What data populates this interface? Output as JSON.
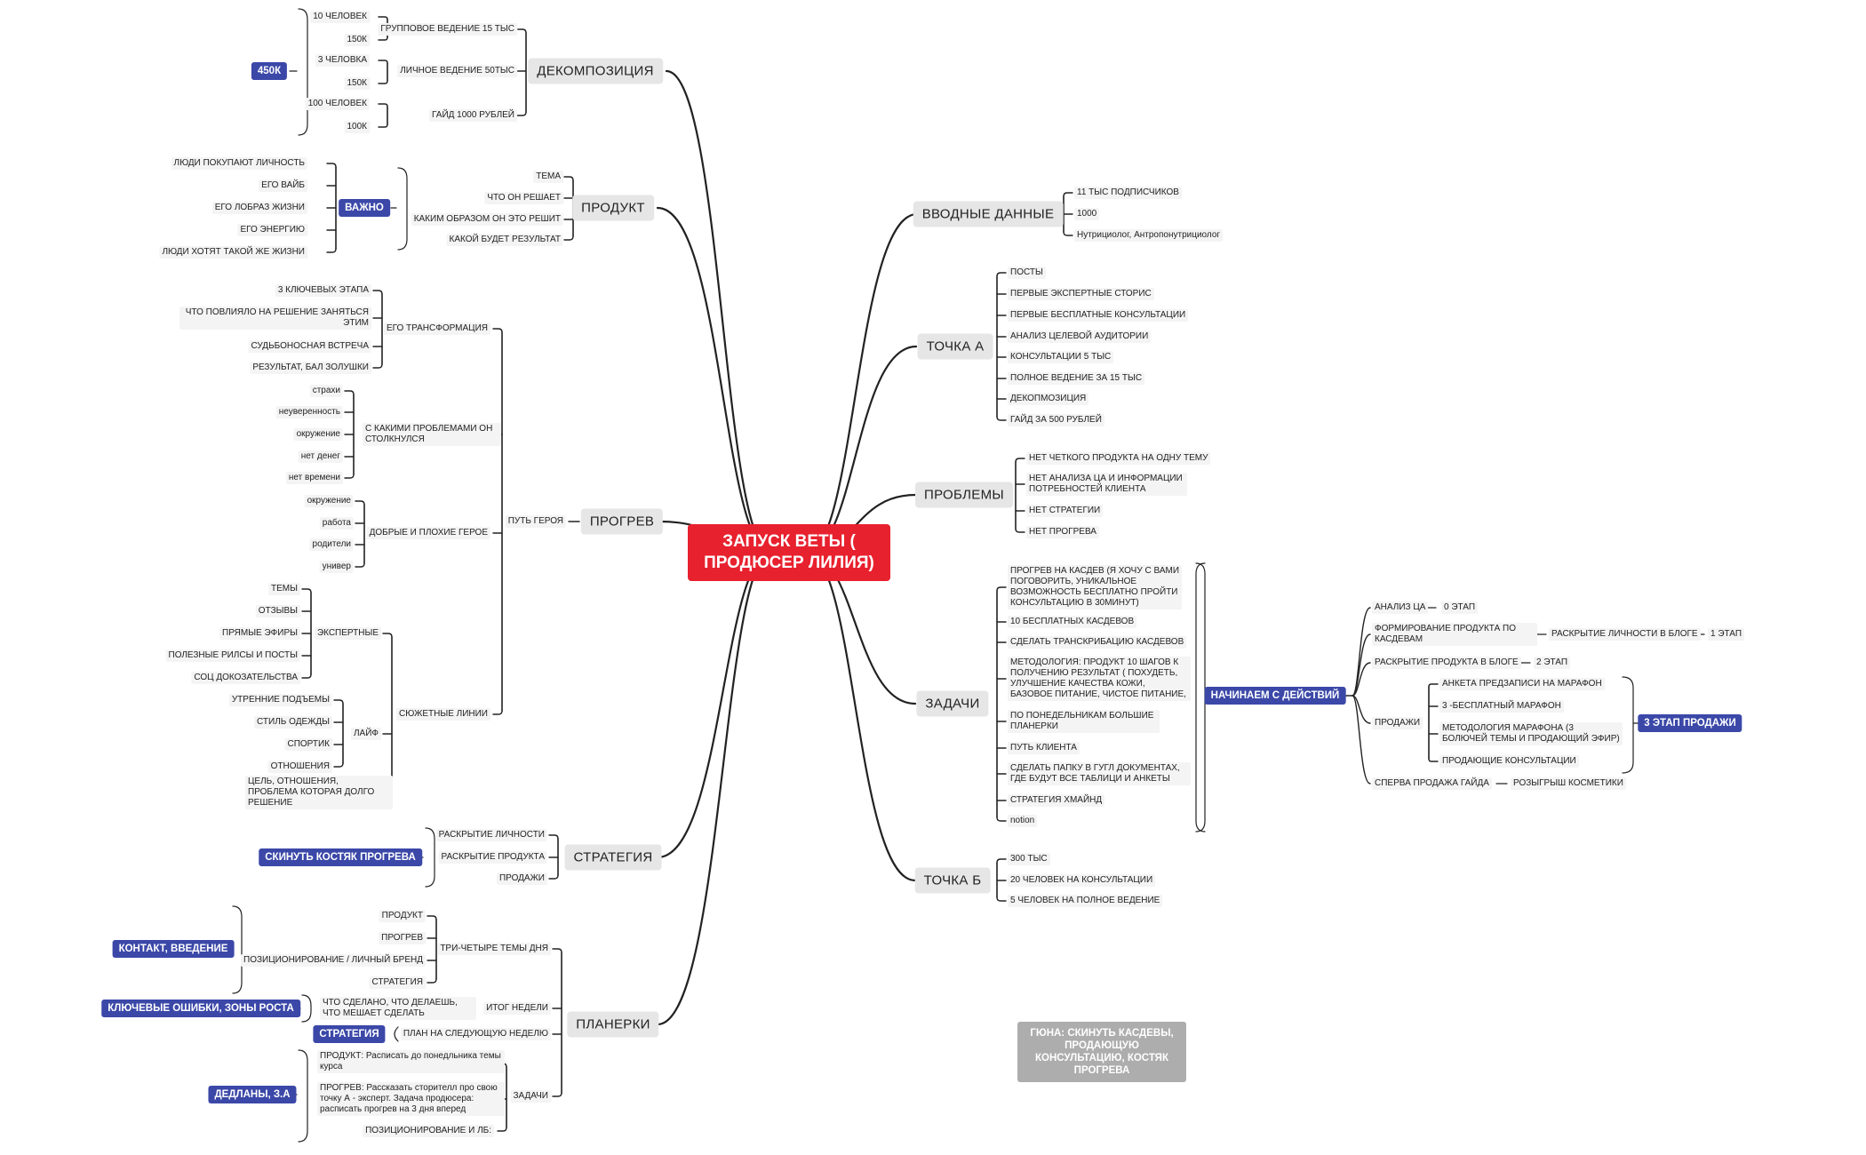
{
  "center": "ЗАПУСК ВЕТЫ ( ПРОДЮСЕР ЛИЛИЯ)",
  "decomp": {
    "title": "ДЕКОМПОЗИЦИЯ",
    "tag": "450К",
    "items": [
      {
        "label": "ГРУППОВОЕ ВЕДЕНИЕ 15 ТЫС",
        "subs": [
          "10 ЧЕЛОВЕК",
          "150К"
        ]
      },
      {
        "label": "ЛИЧНОЕ ВЕДЕНИЕ 50ТЫС",
        "subs": [
          "3 ЧЕЛОВКА",
          "150К"
        ]
      },
      {
        "label": "ГАЙД 1000 РУБЛЕЙ",
        "subs": [
          "100 ЧЕЛОВЕК",
          "100К"
        ]
      }
    ]
  },
  "product": {
    "title": "ПРОДУКТ",
    "items": [
      "ТЕМА",
      "ЧТО ОН РЕШАЕТ",
      "КАКИМ ОБРАЗОМ ОН ЭТО РЕШИТ",
      "КАКОЙ БУДЕТ РЕЗУЛЬТАТ"
    ],
    "tag": "ВАЖНО",
    "tag_items": [
      "ЛЮДИ ПОКУПАЮТ ЛИЧНОСТЬ",
      "ЕГО ВАЙБ",
      "ЕГО ЛОБРАЗ ЖИЗНИ",
      "ЕГО ЭНЕРГИЮ",
      "ЛЮДИ ХОТЯТ ТАКОЙ ЖЕ ЖИЗНИ"
    ]
  },
  "progrev": {
    "title": "ПРОГРЕВ",
    "hero": "ПУТЬ ГЕРОЯ",
    "groups": [
      {
        "label": "ЕГО ТРАНСФОРМАЦИЯ",
        "items": [
          "3 КЛЮЧЕВЫХ ЭТАПА",
          "ЧТО ПОВЛИЯЛО НА РЕШЕНИЕ ЗАНЯТЬСЯ ЭТИМ",
          "СУДЬБОНОСНАЯ ВСТРЕЧА",
          "РЕЗУЛЬТАТ, БАЛ ЗОЛУШКИ"
        ]
      },
      {
        "label": "С КАКИМИ ПРОБЛЕМАМИ ОН СТОЛКНУЛСЯ",
        "items": [
          "страхи",
          "неуверенность",
          "окружение",
          "нет денег",
          "нет времени"
        ]
      },
      {
        "label": "ДОБРЫЕ И ПЛОХИЕ ГЕРОЕ",
        "items": [
          "окружение",
          "работа",
          "родители",
          "универ"
        ]
      },
      {
        "label": "СЮЖЕТНЫЕ ЛИНИИ",
        "expert": {
          "label": "ЭКСПЕРТНЫЕ",
          "items": [
            "ТЕМЫ",
            "ОТЗЫВЫ",
            "ПРЯМЫЕ ЭФИРЫ",
            "ПОЛЕЗНЫЕ РИЛСЫ И ПОСТЫ",
            "СОЦ ДОКОЗАТЕЛЬСТВА"
          ]
        },
        "life": {
          "label": "ЛАЙФ",
          "items": [
            "УТРЕННИЕ ПОДЪЕМЫ",
            "СТИЛЬ ОДЕЖДЫ",
            "СПОРТИК",
            "ОТНОШЕНИЯ"
          ]
        },
        "extra": "ЦЕЛЬ, ОТНОШЕНИЯ, ПРОБЛЕМА КОТОРАЯ ДОЛГО РЕШЕНИЕ"
      }
    ]
  },
  "strategy": {
    "title": "СТРАТЕГИЯ",
    "items": [
      "РАСКРЫТИЕ ЛИЧНОСТИ",
      "РАСКРЫТИЕ ПРОДУКТА",
      "ПРОДАЖИ"
    ],
    "tag": "СКИНУТЬ КОСТЯК ПРОГРЕВА"
  },
  "plan": {
    "title": "ПЛАНЕРКИ",
    "themes": {
      "label": "ТРИ-ЧЕТЫРЕ ТЕМЫ ДНЯ",
      "items": [
        "ПРОДУКТ",
        "ПРОГРЕВ",
        "ПОЗИЦИОНИРОВАНИЕ / ЛИЧНЫЙ БРЕНД",
        "СТРАТЕГИЯ"
      ],
      "tag": "КОНТАКТ, ВВЕДЕНИЕ"
    },
    "week": {
      "label": "ИТОГ НЕДЕЛИ",
      "item": "ЧТО СДЕЛАНО, ЧТО ДЕЛАЕШЬ, ЧТО МЕШАЕТ СДЕЛАТЬ",
      "tag": "КЛЮЧЕВЫЕ ОШИБКИ, ЗОНЫ РОСТА"
    },
    "next": {
      "label": "ПЛАН НА СЛЕДУЮЩУЮ НЕДЕЛЮ",
      "tag": "СТРАТЕГИЯ"
    },
    "tasks": {
      "label": "ЗАДАЧИ",
      "items": [
        "ПРОДУКТ: Расписать до понедльника темы курса",
        "ПРОГРЕВ: Рассказать сторителл про свою точку А - эксперт. Задача продюсера: расписать прогрев на 3 дня вперед",
        "ПОЗИЦИОНИРОВАНИЕ И ЛБ:"
      ],
      "tag": "ДЕДЛАНЫ, З.А"
    }
  },
  "intro": {
    "title": "ВВОДНЫЕ ДАННЫЕ",
    "items": [
      "11 ТЫС ПОДПИСЧИКОВ",
      "1000",
      "Нутрициолог, Антропонутрициолог"
    ]
  },
  "pointA": {
    "title": "ТОЧКА А",
    "items": [
      "ПОСТЫ",
      "ПЕРВЫЕ ЭКСПЕРТНЫЕ СТОРИС",
      "ПЕРВЫЕ БЕСПЛАТНЫЕ КОНСУЛЬТАЦИИ",
      "АНАЛИЗ ЦЕЛЕВОЙ АУДИТОРИИ",
      "КОНСУЛЬТАЦИИ 5 ТЫС",
      "ПОЛНОЕ ВЕДЕНИЕ ЗА 15 ТЫС",
      "ДЕКОПМОЗИЦИЯ",
      "ГАЙД ЗА 500 РУБЛЕЙ"
    ]
  },
  "problems": {
    "title": "ПРОБЛЕМЫ",
    "items": [
      "НЕТ ЧЕТКОГО ПРОДУКТА НА ОДНУ ТЕМУ",
      "НЕТ АНАЛИЗА ЦА И ИНФОРМАЦИИ ПОТРЕБНОСТЕЙ КЛИЕНТА",
      "НЕТ СТРАТЕГИИ",
      "НЕТ ПРОГРЕВА"
    ]
  },
  "tasks": {
    "title": "ЗАДАЧИ",
    "items": [
      "ПРОГРЕВ НА КАСДЕВ (Я ХОЧУ С ВАМИ ПОГОВОРИТЬ, УНИКАЛЬНОЕ ВОЗМОЖНОСТЬ БЕСПЛАТНО ПРОЙТИ КОНСУЛЬТАЦИЮ В 30МИНУТ)",
      "10 БЕСПЛАТНЫХ КАСДЕВОВ",
      "СДЕЛАТЬ ТРАНСКРИБАЦИЮ КАСДЕВОВ",
      "МЕТОДОЛОГИЯ: ПРОДУКТ 10 ШАГОВ К ПОЛУЧЕНИЮ РЕЗУЛЬТАТ ( ПОХУДЕТЬ, УЛУЧШЕНИЕ КАЧЕСТВА КОЖИ, БАЗОВОЕ ПИТАНИЕ, ЧИСТОЕ ПИТАНИЕ,",
      "ПО ПОНЕДЕЛЬНИКАМ БОЛЬШИЕ ПЛАНЕРКИ",
      "ПУТЬ КЛИЕНТА",
      "СДЕЛАТЬ ПАПКУ В ГУГЛ ДОКУМЕНТАХ, ГДЕ БУДУТ ВСЕ ТАБЛИЦИ И АНКЕТЫ",
      "СТРАТЕГИЯ ХМАЙНД",
      "notion"
    ],
    "tag": "НАЧИНАЕМ С ДЕЙСТВИЙ",
    "actions": [
      {
        "label": "АНАЛИЗ ЦА",
        "next": "0 ЭТАП"
      },
      {
        "label": "ФОРМИРОВАНИЕ ПРОДУКТА ПО КАСДЕВАМ",
        "next": "РАСКРЫТИЕ ЛИЧНОСТИ В БЛОГЕ",
        "next2": "1 ЭТАП"
      },
      {
        "label": "РАСКРЫТИЕ ПРОДУКТА В БЛОГЕ",
        "next": "2 ЭТАП"
      },
      {
        "label": "ПРОДАЖИ",
        "items": [
          "АНКЕТА ПРЕДЗАПИСИ НА МАРАФОН",
          "3 -БЕСПЛАТНЫЙ МАРАФОН",
          "МЕТОДОЛОГИЯ МАРАФОНА (3 БОЛЮЧЕЙ ТЕМЫ И ПРОДАЮЩИЙ ЭФИР)",
          "ПРОДАЮЩИЕ КОНСУЛЬТАЦИИ"
        ],
        "tag": "3 ЭТАП ПРОДАЖИ"
      },
      {
        "label": "СПЕРВА ПРОДАЖА ГАЙДА",
        "next": "РОЗЫГРЫШ КОСМЕТИКИ"
      }
    ]
  },
  "pointB": {
    "title": "ТОЧКА Б",
    "items": [
      "300 ТЫС",
      "20 ЧЕЛОВЕК НА КОНСУЛЬТАЦИИ",
      "5 ЧЕЛОВЕК НА ПОЛНОЕ ВЕДЕНИЕ"
    ]
  },
  "note": "ГЮНА: СКИНУТЬ КАСДЕВЫ, ПРОДАЮЩУЮ КОНСУЛЬТАЦИЮ, КОСТЯК ПРОГРЕВА",
  "colors": {
    "center": "#e8212e",
    "tag": "#3b48a8",
    "note": "#adadad",
    "line": "#222222"
  }
}
